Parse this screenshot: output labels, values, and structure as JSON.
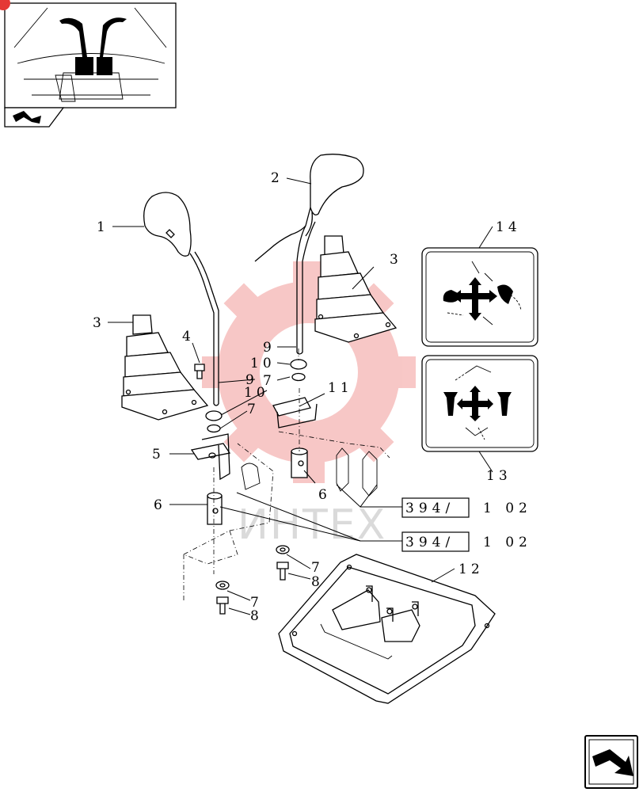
{
  "callouts": {
    "c1": "1",
    "c2": "2",
    "c3a": "3",
    "c3b": "3",
    "c4": "4",
    "c5": "5",
    "c6a": "6",
    "c6b": "6",
    "c7a": "7",
    "c7b": "7",
    "c7c": "7",
    "c7d": "7",
    "c8a": "8",
    "c8b": "8",
    "c9a": "9",
    "c9b": "9",
    "c10a": "10",
    "c10b": "10",
    "c11": "11",
    "c12": "12",
    "c13": "13",
    "c14": "14"
  },
  "refs": [
    {
      "box": "394/",
      "suffix": "1 02"
    },
    {
      "box": "394/",
      "suffix": "1 02"
    }
  ],
  "watermark": "ИНТЕХ",
  "colors": {
    "line": "#000000",
    "watermark_red": "#e53935",
    "badge_red": "#e53935"
  },
  "icons": {
    "thumbnail": "cab-controls-thumbnail",
    "corner_nav": "bent-arrow-nav-icon",
    "thumb_nav": "bent-arrow-small-icon"
  }
}
